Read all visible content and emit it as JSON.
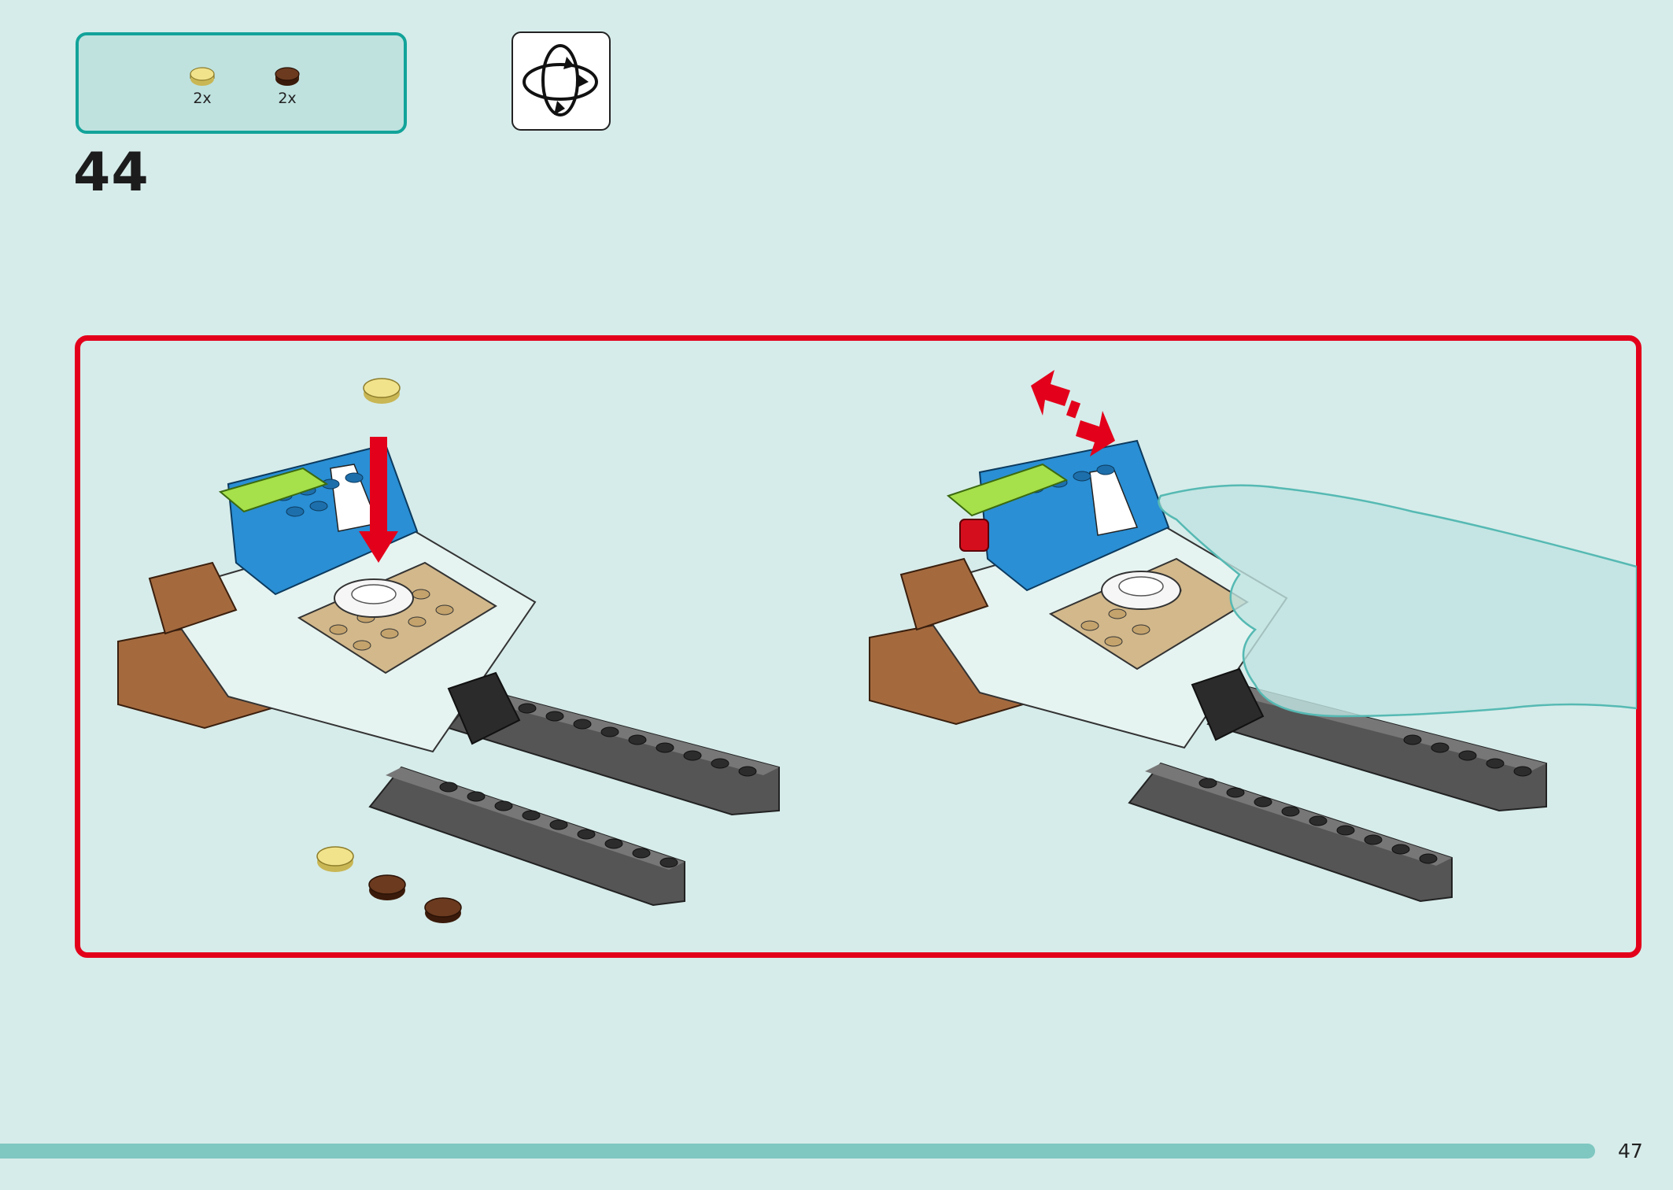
{
  "parts_list": {
    "items": [
      {
        "icon": "tan-round-tile-icon",
        "color": "#ecd97c",
        "quantity": "2x"
      },
      {
        "icon": "brown-round-tile-icon",
        "color": "#5a2d16",
        "quantity": "2x"
      }
    ]
  },
  "rotate_icon": "rotate-model-icon",
  "step": {
    "number": "44"
  },
  "callout": {
    "border_color": "#e3001b",
    "panels": [
      {
        "name": "attach-tiles-panel",
        "arrow": "down-arrow-icon"
      },
      {
        "name": "push-cart-panel",
        "arrow": "left-right-arrow-icon"
      }
    ]
  },
  "page": {
    "number": "47"
  },
  "colors": {
    "background": "#d6ecea",
    "accent": "#12a39a",
    "bar": "#7fc7c1"
  }
}
